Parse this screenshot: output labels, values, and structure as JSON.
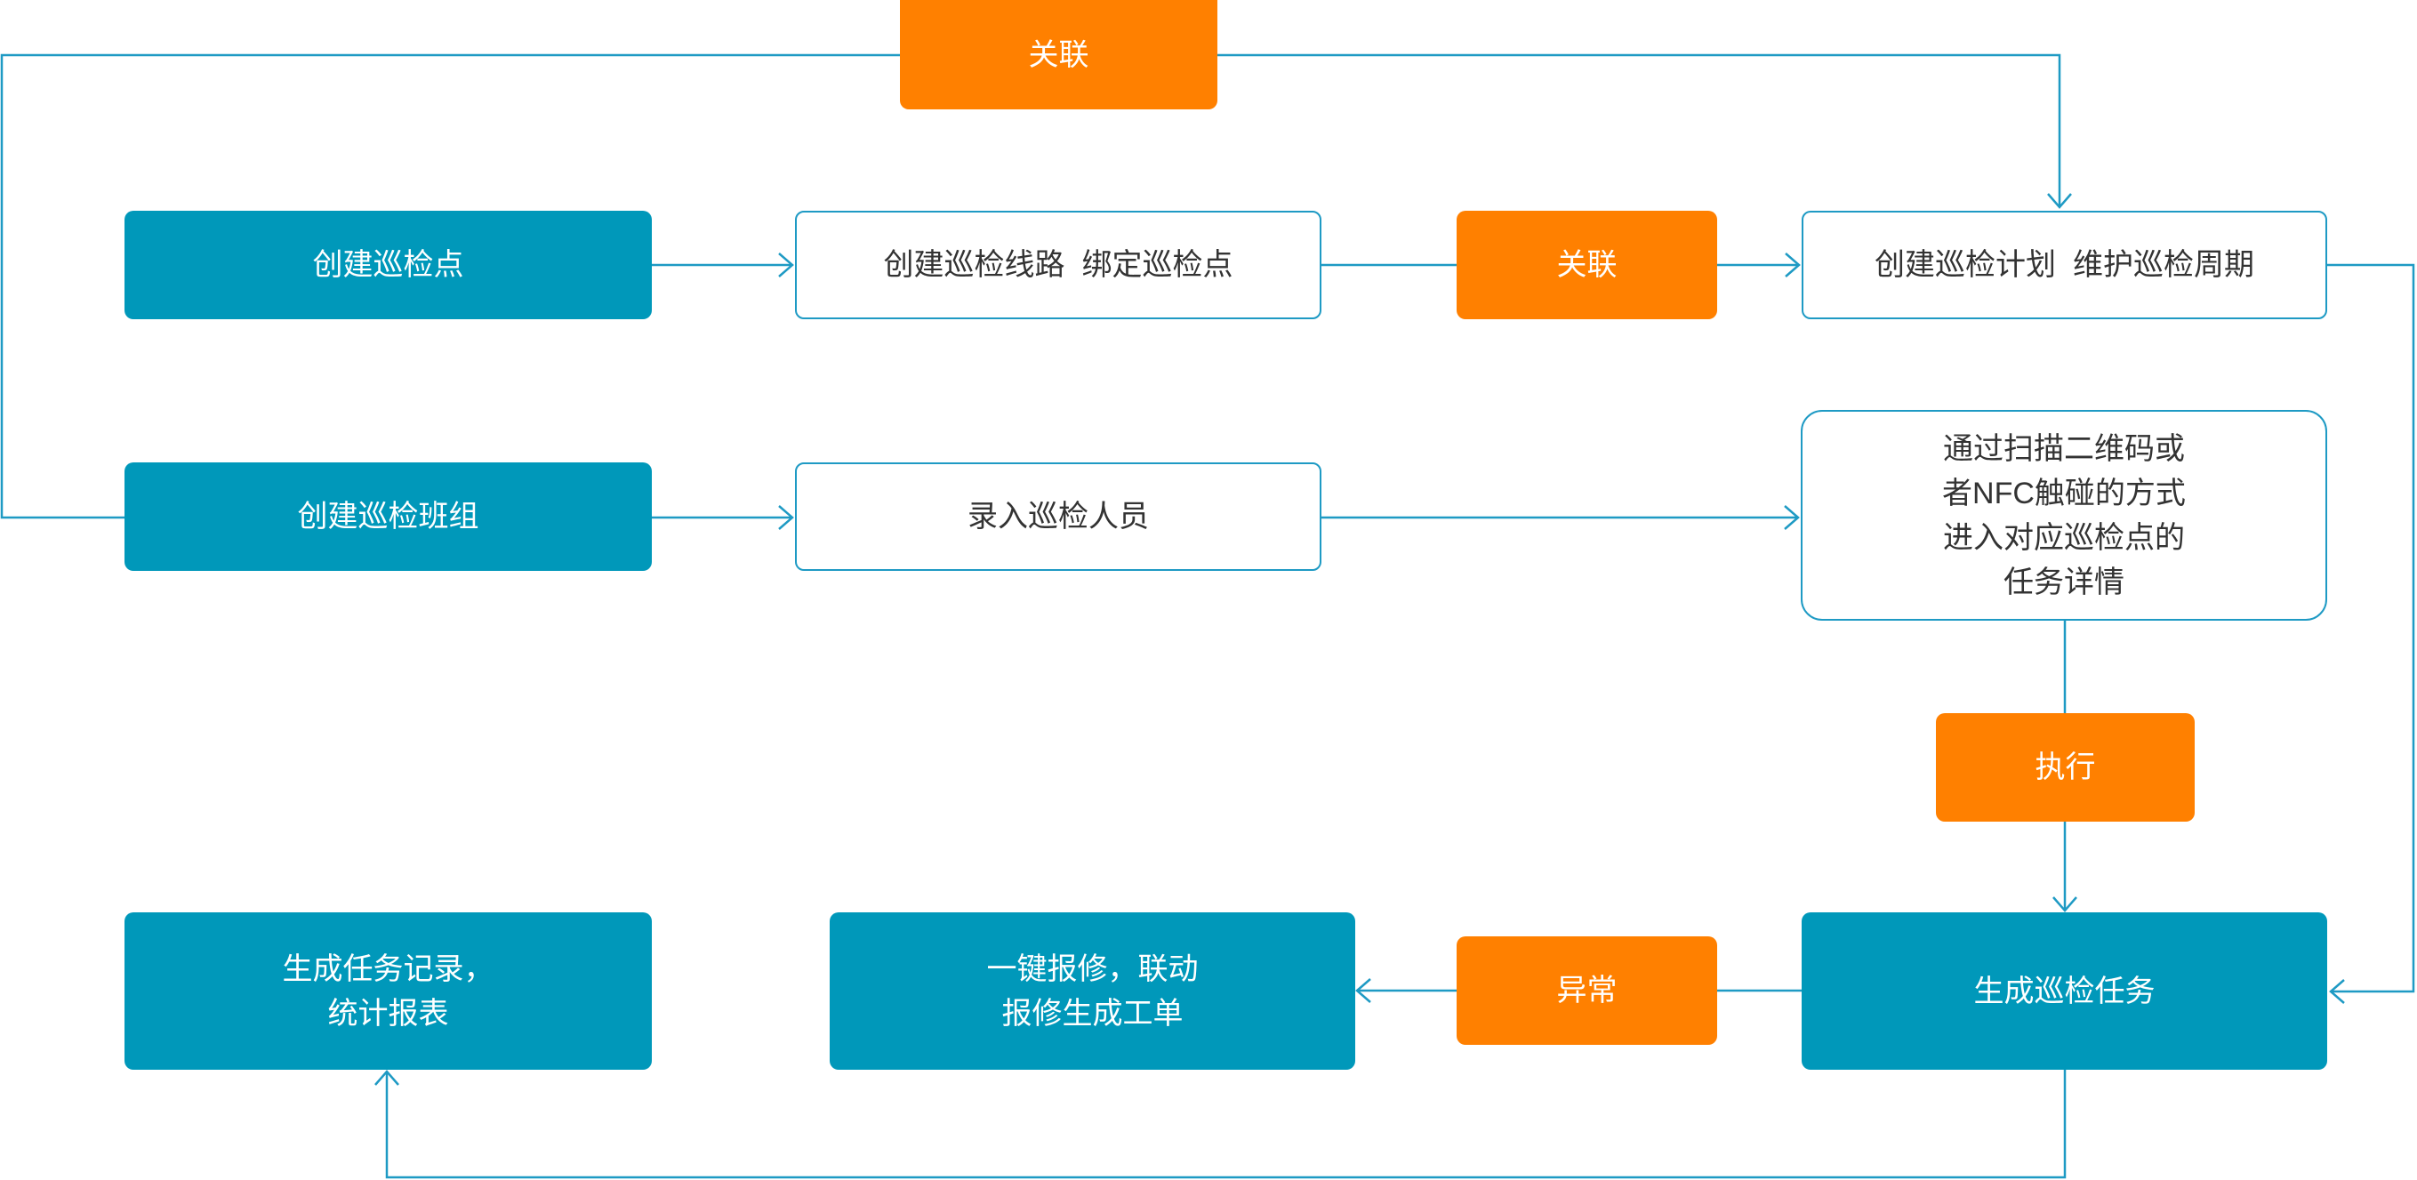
{
  "colors": {
    "primary": "#0098BA",
    "accent": "#FF8000",
    "line": "#1E9AC4",
    "text": "#333333",
    "on_fill": "#FFFFFF",
    "background": "#FFFFFF"
  },
  "nodes": {
    "relate_top": {
      "label": "关联"
    },
    "create_point": {
      "label": "创建巡检点"
    },
    "create_route": {
      "label": "创建巡检线路  绑定巡检点"
    },
    "relate_mid": {
      "label": "关联"
    },
    "create_plan": {
      "label": "创建巡检计划  维护巡检周期"
    },
    "create_team": {
      "label": "创建巡检班组"
    },
    "enter_staff": {
      "label": "录入巡检人员"
    },
    "scan_detail": {
      "lines": [
        "通过扫描二维码或",
        "者NFC触碰的方式",
        "进入对应巡检点的",
        "任务详情"
      ]
    },
    "execute": {
      "label": "执行"
    },
    "generate_task": {
      "label": "生成巡检任务"
    },
    "exception": {
      "label": "异常"
    },
    "repair": {
      "lines": [
        "一键报修，联动",
        "报修生成工单"
      ]
    },
    "record": {
      "lines": [
        "生成任务记录，",
        "统计报表"
      ]
    }
  }
}
